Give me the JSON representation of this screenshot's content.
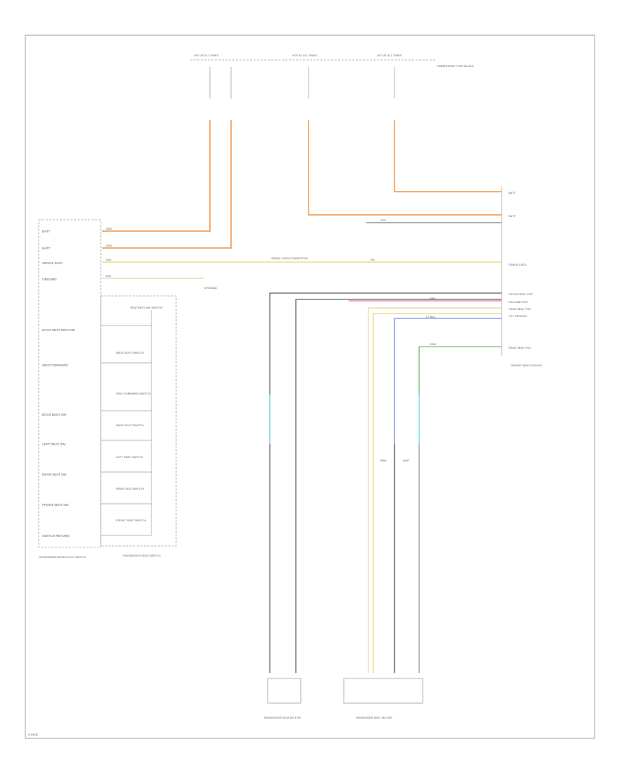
{
  "colors": {
    "orange": "#f5a765",
    "yellow": "#f0dc78",
    "tan": "#e6dcb4",
    "pink": "#f3889d",
    "blue": "#7f97e0",
    "green": "#86c97f",
    "cyan": "#84dff0",
    "gray": "#8c8c8c",
    "black": "#444444"
  },
  "top_fuses": {
    "fuse_1": "HOT AT ALL TIMES",
    "fuse_2": "HOT AT ALL TIMES",
    "fuse_3": "HOT AT ALL TIMES",
    "underhood_fuse_box": "UNDERHOOD FUSE BLOCK"
  },
  "modules": {
    "left_module": "PASSENGER DOOR LOCK SWITCH",
    "seat_switch": "PASSENGER SEAT SWITCH",
    "right_module": "DRIVER SEAT MODULE",
    "bottom_left": "PASSENGER SEAT MOTOR",
    "bottom_right": "PASSENGER SEAT MOTOR"
  },
  "left_pins": [
    "BATT",
    "BATT",
    "SERIAL DATA",
    "GROUND",
    "BACK SEAT RECLINE",
    "SEAT FORWARD",
    "BACK BOLT SW",
    "LEFT SEAT SW",
    "REAR SEAT SW",
    "FRONT SEAT SW",
    "SWITCH RETURN"
  ],
  "switch_items": [
    "SEAT RECLINE SWITCH",
    "BACK BOLT SWITCH",
    "SEAT FORWARD SWITCH",
    "BACK BOLT SWITCH",
    "LEFT SEAT SWITCH",
    "REAR SEAT SWITCH",
    "FRONT SEAT SWITCH"
  ],
  "right_pins": [
    "BATT",
    "BATT",
    "SERIAL DATA",
    "FRONT SEAT POS",
    "RECLINE POS",
    "REAR SEAT POS",
    "TILT SENSOR",
    "REAR SEAT POS"
  ],
  "wire_labels": {
    "org": "ORG",
    "tan": "TAN",
    "blk": "BLK",
    "yel": "YEL",
    "gry": "GRY",
    "pnk": "PNK",
    "lt_blu": "LT BLU",
    "grn": "GRN",
    "brn": "BRN",
    "wht": "WHT"
  },
  "splice": "SERIAL DATA CONNECTOR",
  "ground_label": "GROUND",
  "corner_id": "G10042"
}
